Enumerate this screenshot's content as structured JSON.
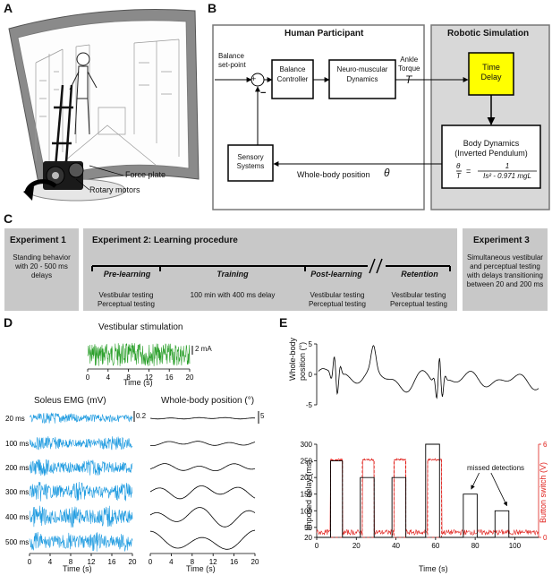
{
  "panels": {
    "a": "A",
    "b": "B",
    "c": "C",
    "d": "D",
    "e": "E"
  },
  "panel_a": {
    "force_plate": "Force plate",
    "rotary_motors": "Rotary motors"
  },
  "panel_b": {
    "human_title": "Human Participant",
    "robot_title": "Robotic Simulation",
    "balance_setpoint": "Balance\nset-point",
    "plus": "+",
    "minus": "−",
    "balance_controller": "Balance\nController",
    "neuromuscular": "Neuro-muscular\nDynamics",
    "ankle_torque": "Ankle\nTorque",
    "torque_symbol": "T",
    "time_delay": "Time\nDelay",
    "body_dynamics": "Body Dynamics\n(Inverted Pendulum)",
    "sensory_systems": "Sensory\nSystems",
    "whole_body_position": "Whole-body position",
    "theta": "θ",
    "eq_theta": "θ",
    "eq_T": "T",
    "eq_equals": "=",
    "eq_num": "1",
    "eq_den": "Is² - 0.971 mgL",
    "time_delay_color": "#ffff00"
  },
  "panel_c": {
    "exp1_title": "Experiment 1",
    "exp1_text": "Standing behavior\nwith 20 - 500 ms\ndelays",
    "exp2_title": "Experiment 2: Learning procedure",
    "phases": [
      {
        "name": "Pre-learning",
        "desc": "Vestibular testing\nPerceptual testing"
      },
      {
        "name": "Training",
        "desc": "100 min with 400 ms delay"
      },
      {
        "name": "Post-learning",
        "desc": "Vestibular testing\nPerceptual testing"
      },
      {
        "name": "Retention",
        "desc": "Vestibular testing\nPerceptual testing"
      }
    ],
    "exp3_title": "Experiment 3",
    "exp3_text": "Simultaneous vestibular\nand perceptual testing\nwith delays transitioning\nbetween 20 and 200 ms",
    "box_color": "#c8c8c8"
  },
  "panel_d": {
    "vestibular_title": "Vestibular stimulation",
    "vestibular_scale": "2 mA",
    "vest_xticks": [
      "0",
      "4",
      "8",
      "12",
      "16",
      "20"
    ],
    "vest_xlabel": "Time (s)",
    "emg_title": "Soleus EMG (mV)",
    "emg_scale": "0.2",
    "position_title": "Whole-body position (°)",
    "position_scale": "5",
    "delays": [
      "20 ms",
      "100 ms",
      "200 ms",
      "300 ms",
      "400 ms",
      "500 ms"
    ],
    "xticks": [
      "0",
      "4",
      "8",
      "12",
      "16",
      "20"
    ],
    "xlabel": "Time (s)",
    "vest_color": "#2ca02c",
    "emg_color": "#1f9be0"
  },
  "chart_data": [
    {
      "type": "line",
      "ylabel": "Whole-body\nposition (°)",
      "yticks": [
        "5",
        "0",
        "-5"
      ],
      "ylim": [
        -5,
        5
      ]
    },
    {
      "type": "line",
      "xlabel": "Time (s)",
      "ylabel": "Imposed delay (ms)",
      "ylabel_right": "Button switch (V)",
      "xticks": [
        "0",
        "20",
        "40",
        "60",
        "80",
        "100"
      ],
      "yticks": [
        "20",
        "50",
        "100",
        "150",
        "200",
        "250",
        "300"
      ],
      "yticks_right": [
        "0",
        "6"
      ],
      "xlim": [
        0,
        112
      ],
      "ylim": [
        20,
        300
      ],
      "ylim_right": [
        0,
        6
      ],
      "delay_steps": [
        {
          "start": 7,
          "end": 13,
          "value": 250
        },
        {
          "start": 22,
          "end": 29,
          "value": 200
        },
        {
          "start": 38,
          "end": 45,
          "value": 200
        },
        {
          "start": 55,
          "end": 62,
          "value": 300
        },
        {
          "start": 74,
          "end": 81,
          "value": 150
        },
        {
          "start": 90,
          "end": 97,
          "value": 100
        }
      ],
      "button_pulses": [
        {
          "start": 7,
          "end": 13
        },
        {
          "start": 23,
          "end": 29
        },
        {
          "start": 39,
          "end": 45
        },
        {
          "start": 56,
          "end": 63
        }
      ],
      "annotation": "missed detections",
      "delay_color": "#000000",
      "button_color": "#e0201b"
    }
  ]
}
